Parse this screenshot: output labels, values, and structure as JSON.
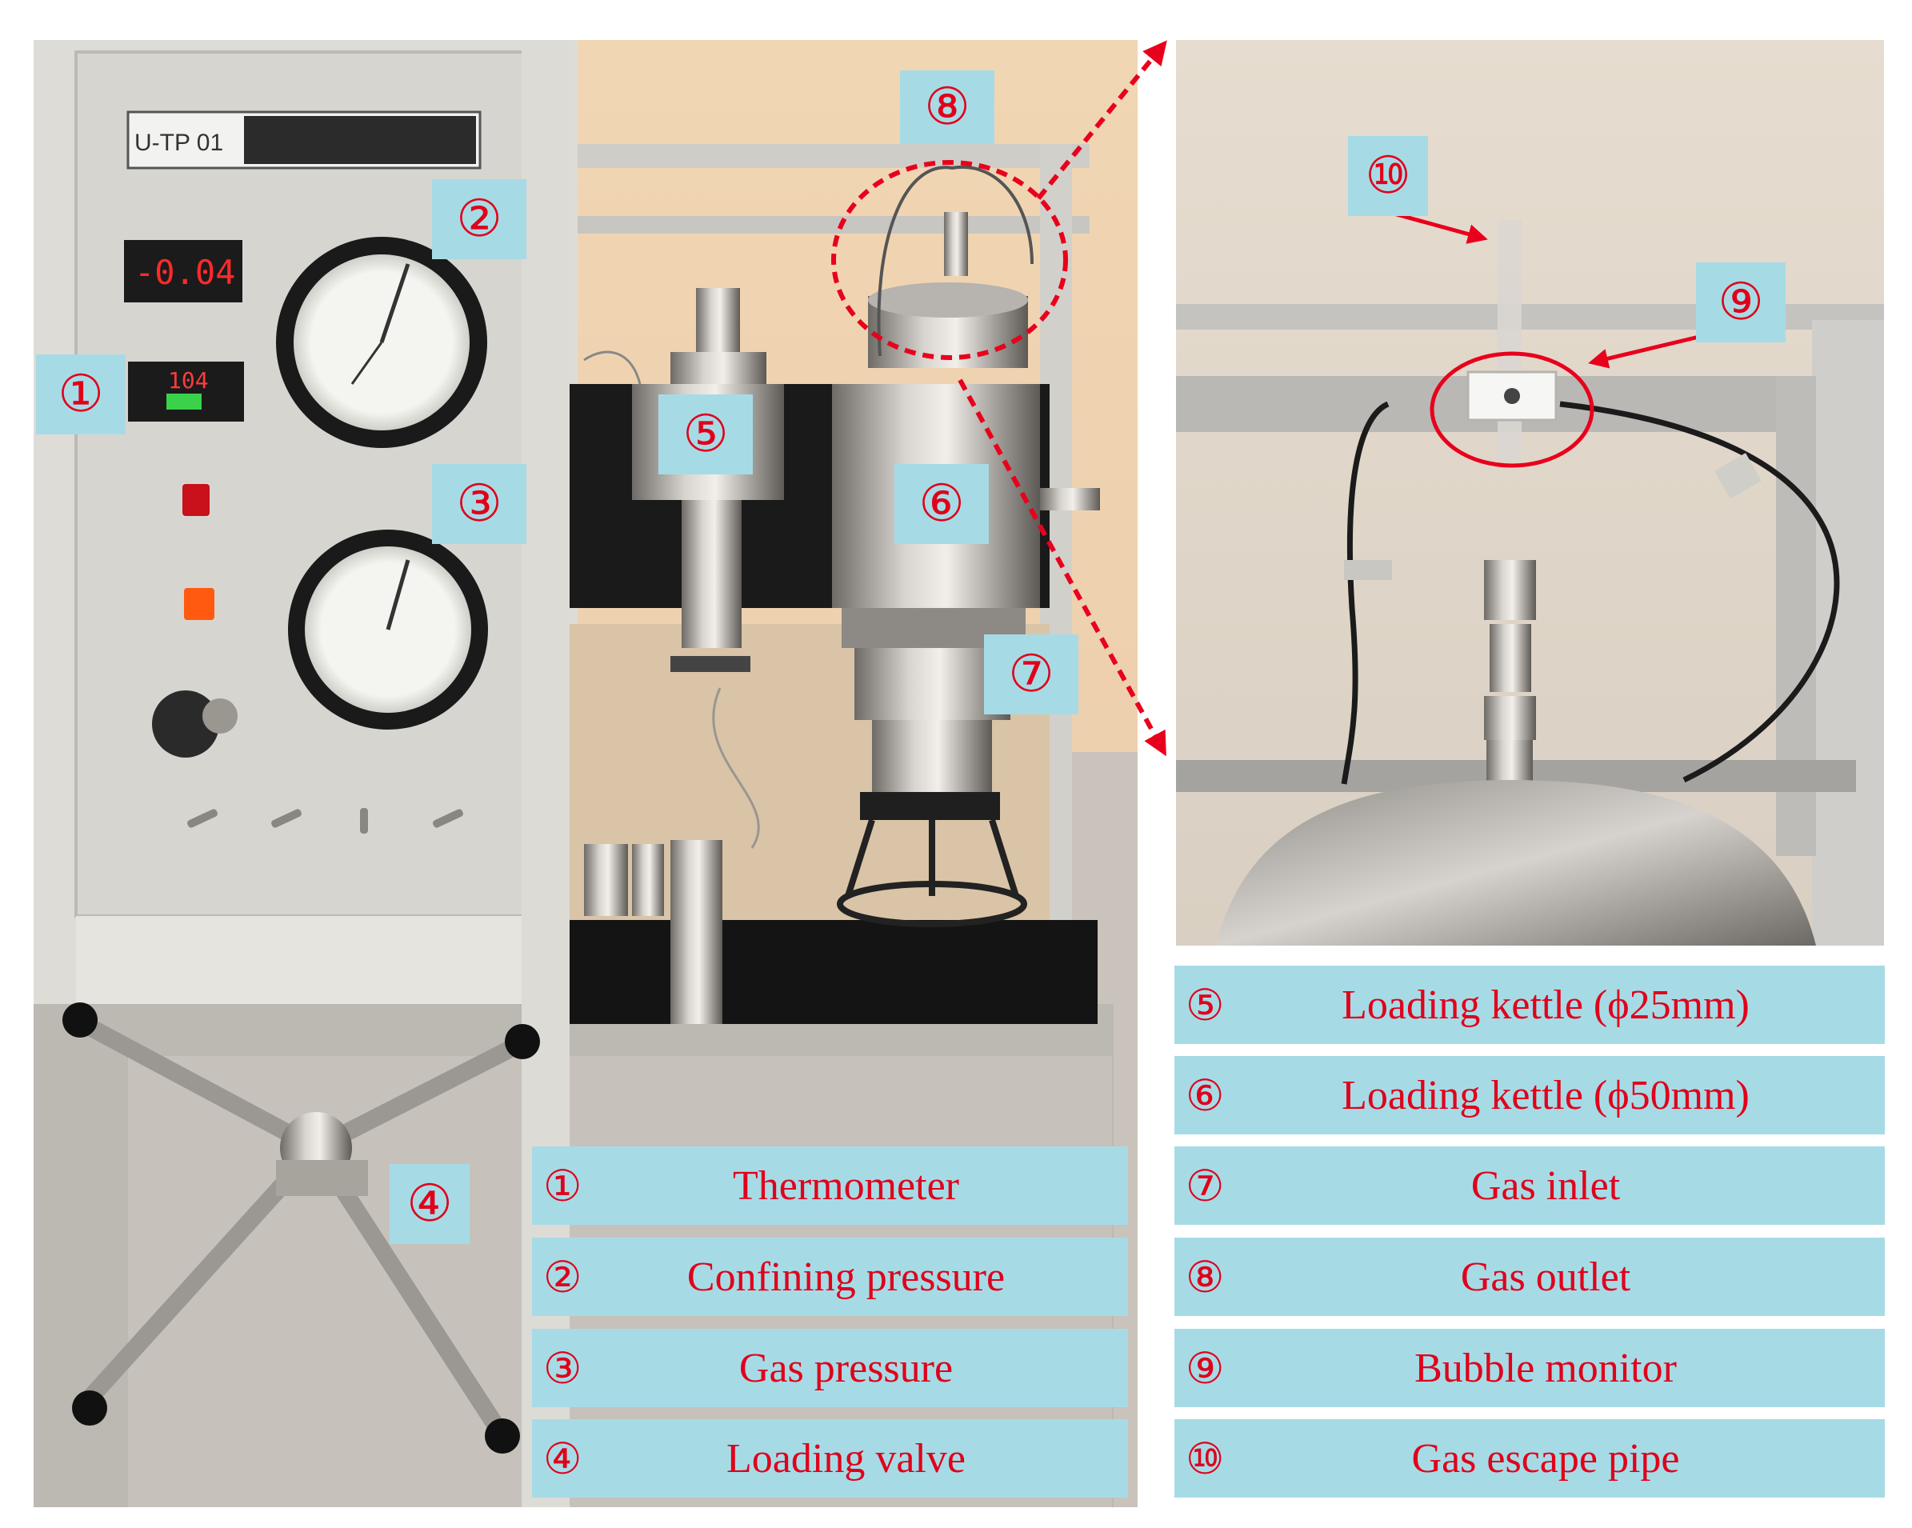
{
  "colors": {
    "label_bg": "#a6dbe6",
    "label_text": "#e0001a",
    "annotation_red": "#e8001c"
  },
  "photo": {
    "panel_label": "U-TP 01",
    "display_value": "-0.04",
    "thermo_value": "104"
  },
  "callouts": {
    "c1": "①",
    "c2": "②",
    "c3": "③",
    "c4": "④",
    "c5": "⑤",
    "c6": "⑥",
    "c7": "⑦",
    "c8": "⑧",
    "c9": "⑨",
    "c10": "⑩"
  },
  "legend_left": [
    {
      "num": "①",
      "text": "Thermometer"
    },
    {
      "num": "②",
      "text": "Confining pressure"
    },
    {
      "num": "③",
      "text": "Gas pressure"
    },
    {
      "num": "④",
      "text": "Loading valve"
    }
  ],
  "legend_right": [
    {
      "num": "⑤",
      "text": "Loading kettle (ϕ25mm)"
    },
    {
      "num": "⑥",
      "text": "Loading kettle (ϕ50mm)"
    },
    {
      "num": "⑦",
      "text": "Gas inlet"
    },
    {
      "num": "⑧",
      "text": "Gas outlet"
    },
    {
      "num": "⑨",
      "text": "Bubble monitor"
    },
    {
      "num": "⑩",
      "text": "Gas escape pipe"
    }
  ]
}
